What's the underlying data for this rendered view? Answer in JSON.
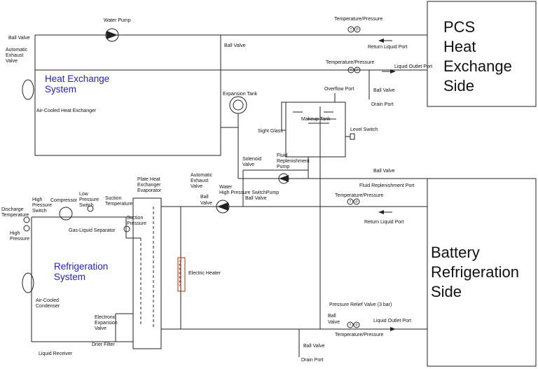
{
  "pcs_side": {
    "line1": "PCS",
    "line2": "Heat",
    "line3": "Exchange",
    "line4": "Side"
  },
  "battery_side": {
    "line1": "Battery",
    "line2": "Refrigeration",
    "line3": "Side"
  },
  "heat_exchange_system": {
    "line1": "Heat Exchange",
    "line2": "System"
  },
  "refrigeration_system": {
    "line1": "Refrigeration",
    "line2": "System"
  },
  "labels": {
    "water_pump_top": "Water Pump",
    "ball_valve_left": "Ball Valve",
    "auto_exhaust_1": "Automatic",
    "auto_exhaust_2": "Exhaust",
    "auto_exhaust_3": "Valve",
    "air_cooled_hx": "Air-Cooled Heat Exchanger",
    "ball_valve_mid_top": "Ball Valve",
    "temp_pressure_1": "Temperature/Pressure",
    "return_liquid_port_top": "Return Liquid Port",
    "temp_pressure_2": "Temperature/Pressure",
    "liquid_outlet_port_top": "Liquid Outlet Port",
    "overflow_port": "Overflow Port",
    "ball_valve_drain_top": "Ball Valve",
    "drain_port_top": "Drain Port",
    "expansion_tank": "Expansion Tank",
    "makeup_tank": "Makeup Tank",
    "sight_glass": "Sight Glass",
    "level_switch": "Level Switch",
    "solenoid_valve_1": "Solenoid",
    "solenoid_valve_2": "Valve",
    "fluid_rep_pump_1": "Fluid",
    "fluid_rep_pump_2": "Replenishment",
    "fluid_rep_pump_3": "Pump",
    "ball_valve_fluid": "Ball Valve",
    "fluid_rep_port": "Fluid Replenishment Port",
    "auto_exhaust_b1": "Automatic",
    "auto_exhaust_b2": "Exhaust",
    "auto_exhaust_b3": "Valve",
    "ball_b1": "Ball",
    "valve_b1": "Valve",
    "water_label": "Water",
    "high_pressure_switch_pump": "High Pressure SwitchPump",
    "ball_valve_pump": "Ball Valve",
    "plate_hx_1": "Plate Heat",
    "plate_hx_2": "Exchanger",
    "plate_hx_3": "Evaporator",
    "temp_pressure_3": "Temperature/Pressure",
    "return_liquid_port_bottom": "Return Liquid Port",
    "high_pressure_switch_1": "High",
    "high_pressure_switch_2": "Pressure",
    "high_pressure_switch_3": "Switch",
    "compressor": "Compressor",
    "low_pressure_switch_1": "Low",
    "low_pressure_switch_2": "Pressure",
    "low_pressure_switch_3": "Switch",
    "suction_temp_1": "Suction",
    "suction_temp_2": "Temperature",
    "suction_pressure_1": "Suction",
    "suction_pressure_2": "Pressure",
    "gas_liquid_sep": "Gas-Liquid Separator",
    "discharge_temp_1": "Discharge",
    "discharge_temp_2": "Temperature",
    "high_pressure_1": "High",
    "high_pressure_2": "Pressure",
    "electric_heater": "Electric Heater",
    "air_cooled_condenser_1": "Air-Cooled",
    "air_cooled_condenser_2": "Condenser",
    "electronic_exp_1": "Electronic",
    "electronic_exp_2": "Expansion",
    "electronic_exp_3": "Valve",
    "drier_filter": "Drier Filter",
    "liquid_receiver": "Liquid Receiver",
    "pressure_relief": "Pressure Relief Valve (3 bar)",
    "ball_b2": "Ball",
    "valve_b2": "Valve",
    "liquid_outlet_port_bottom": "Liquid Outlet Port",
    "temp_pressure_4": "Temperature/Pressure",
    "ball_valve_drain_bottom": "Ball Valve",
    "drain_port_bottom": "Drain Port"
  },
  "gauge_symbols": {
    "temp": "T",
    "pressure": "P"
  },
  "colors": {
    "line": "#222222",
    "title_blue": "#2222cc",
    "heater_red": "#cc2200"
  }
}
